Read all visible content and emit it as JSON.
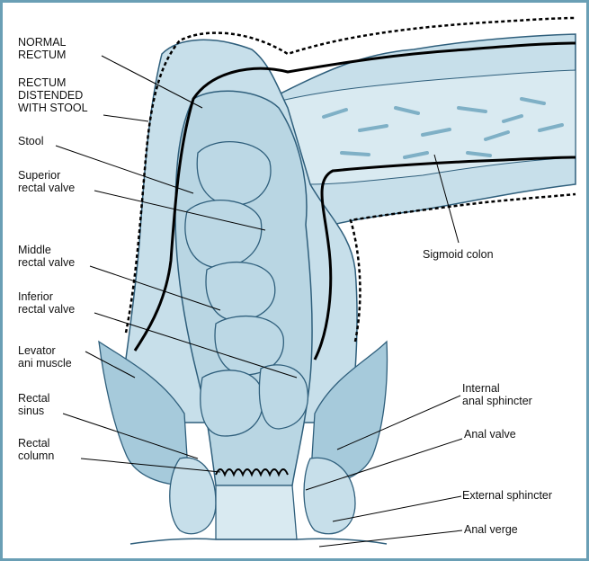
{
  "labels": {
    "normal_rectum": "NORMAL\nRECTUM",
    "rectum_distended": "RECTUM\nDISTENDED\nWITH STOOL",
    "stool": "Stool",
    "superior_rectal_valve": "Superior\nrectal valve",
    "middle_rectal_valve": "Middle\nrectal valve",
    "inferior_rectal_valve": "Inferior\nrectal valve",
    "levator_ani_muscle": "Levator\nani muscle",
    "rectal_sinus": "Rectal\nsinus",
    "rectal_column": "Rectal\ncolumn",
    "sigmoid_colon": "Sigmoid colon",
    "internal_anal_sphincter": "Internal\nanal sphincter",
    "anal_valve": "Anal valve",
    "external_sphincter": "External sphincter",
    "anal_verge": "Anal verge"
  },
  "colors": {
    "tissue_fill": "#c7dfea",
    "tissue_dark": "#8fbccf",
    "outline": "#2f5f7c",
    "frame": "#6a9fb5",
    "normal_line": "#000000"
  }
}
